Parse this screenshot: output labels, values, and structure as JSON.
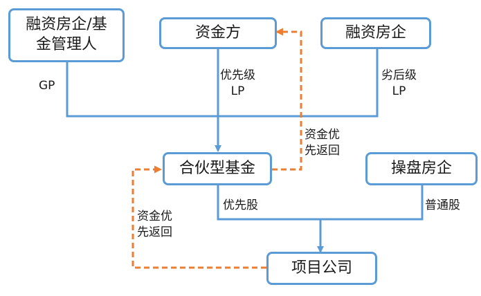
{
  "nodes": {
    "gp_investor": "融资房企/基金管理人",
    "capital": "资金方",
    "developer_sub": "融资房企",
    "fund": "合伙型基金",
    "operator": "操盘房企",
    "project": "项目公司"
  },
  "labels": {
    "gp": "GP",
    "senior_lp_1": "优先级",
    "senior_lp_2": "LP",
    "junior_lp_1": "劣后级",
    "junior_lp_2": "LP",
    "return_top_1": "资金优",
    "return_top_2": "先返回",
    "preferred_share": "优先股",
    "common_share": "普通股",
    "return_left_1": "资金优",
    "return_left_2": "先返回"
  },
  "colors": {
    "box_border": "#5b9bd5",
    "flow_line": "#5b9bd5",
    "return_line": "#ed7d31"
  }
}
